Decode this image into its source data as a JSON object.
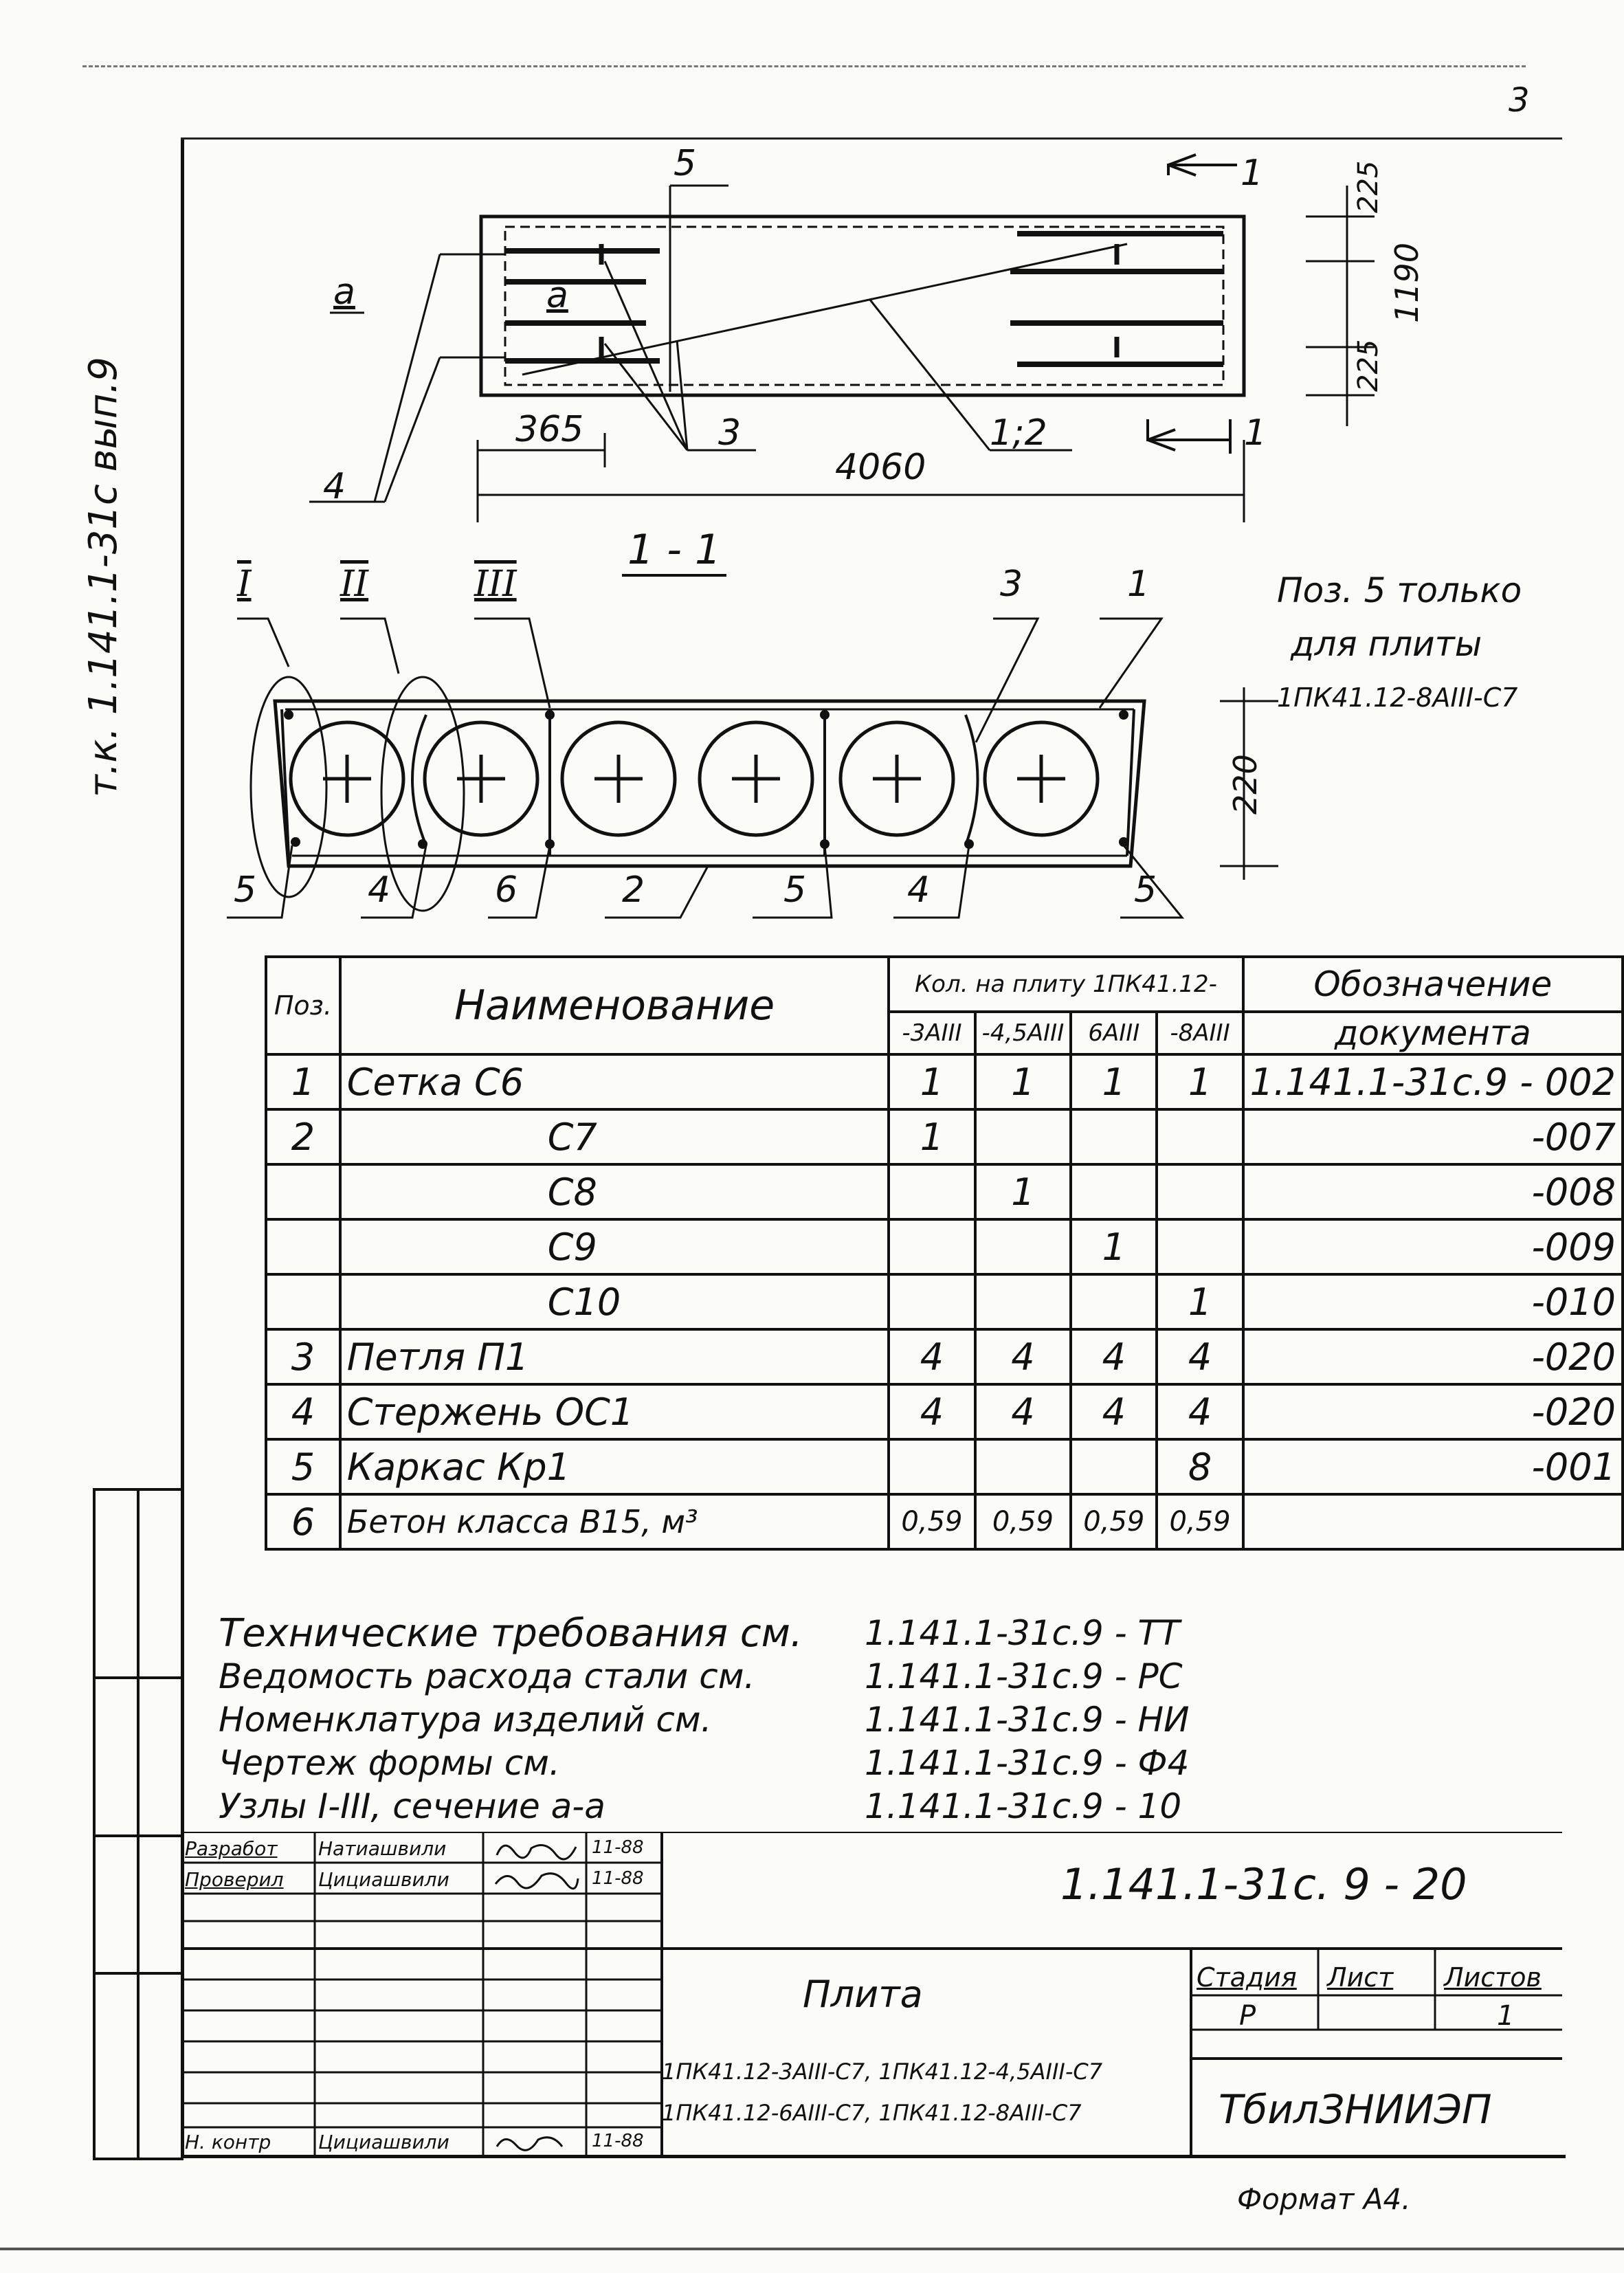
{
  "sheet": {
    "side_code": "т.к. 1.141.1-31с вып.9",
    "corner_mark": "3"
  },
  "plan": {
    "label_a_outer": "а",
    "label_a_inner": "а",
    "label_5_top": "5",
    "label_1_top": "1",
    "label_4": "4",
    "label_3": "3",
    "label_12": "1;2",
    "label_1_bottom": "1",
    "dim_365": "365",
    "dim_4060": "4060",
    "dim_225_top": "225",
    "dim_1190": "1190",
    "dim_225_bottom": "225"
  },
  "section": {
    "title": "1 - 1",
    "node_I": "I",
    "node_II": "II",
    "node_III": "III",
    "label_3": "3",
    "label_1": "1",
    "dim_220": "220",
    "bottom_labels": [
      "5",
      "4",
      "6",
      "2",
      "5",
      "4",
      "5"
    ]
  },
  "note": {
    "line1": "Поз. 5 только",
    "line2": "для плиты",
    "line3": "1ПК41.12-8АIII-С7"
  },
  "spec_table": {
    "head_pos": "Поз.",
    "head_name": "Наименование",
    "head_qty": "Кол. на плиту 1ПК41.12-",
    "head_doc_1": "Обозначение",
    "head_doc_2": "документа",
    "qty_cols": [
      "-3АIII",
      "-4,5АIII",
      "6АIII",
      "-8АIII"
    ],
    "rows": [
      {
        "pos": "1",
        "name": "Сетка С6",
        "q1": "1",
        "q2": "1",
        "q3": "1",
        "q4": "1",
        "doc": "1.141.1-31с.9 - 002"
      },
      {
        "pos": "2",
        "name": "С7",
        "q1": "1",
        "q2": "",
        "q3": "",
        "q4": "",
        "doc": "-007"
      },
      {
        "pos": "",
        "name": "С8",
        "q1": "",
        "q2": "1",
        "q3": "",
        "q4": "",
        "doc": "-008"
      },
      {
        "pos": "",
        "name": "С9",
        "q1": "",
        "q2": "",
        "q3": "1",
        "q4": "",
        "doc": "-009"
      },
      {
        "pos": "",
        "name": "С10",
        "q1": "",
        "q2": "",
        "q3": "",
        "q4": "1",
        "doc": "-010"
      },
      {
        "pos": "3",
        "name": "Петля П1",
        "q1": "4",
        "q2": "4",
        "q3": "4",
        "q4": "4",
        "doc": "-020"
      },
      {
        "pos": "4",
        "name": "Стержень ОС1",
        "q1": "4",
        "q2": "4",
        "q3": "4",
        "q4": "4",
        "doc": "-020"
      },
      {
        "pos": "5",
        "name": "Каркас Кр1",
        "q1": "",
        "q2": "",
        "q3": "",
        "q4": "8",
        "doc": "-001"
      },
      {
        "pos": "6",
        "name": "Бетон класса В15, м³",
        "q1": "0,59",
        "q2": "0,59",
        "q3": "0,59",
        "q4": "0,59",
        "doc": ""
      }
    ]
  },
  "requirements": [
    {
      "text": "Технические требования см.",
      "ref": "1.141.1-31с.9 - ТТ"
    },
    {
      "text": "Ведомость расхода стали см.",
      "ref": "1.141.1-31с.9 - РС"
    },
    {
      "text": "Номенклатура изделий см.",
      "ref": "1.141.1-31с.9 - НИ"
    },
    {
      "text": "Чертеж формы см.",
      "ref": "1.141.1-31с.9 - Ф4"
    },
    {
      "text": "Узлы I-III, сечение а-а",
      "ref": "1.141.1-31с.9 - 10"
    }
  ],
  "stamp": {
    "developed_role": "Разработ",
    "developed_name": "Натиашвили",
    "developed_date": "11-88",
    "checked_role": "Проверил",
    "checked_name": "Цициашвили",
    "checked_date": "11-88",
    "norm_role": "Н. контр",
    "norm_name": "Цициашвили",
    "norm_date": "11-88",
    "doc_code": "1.141.1-31с. 9 - 20",
    "title": "Плита",
    "sub1": "1ПК41.12-3АIII-С7, 1ПК41.12-4,5АIII-С7",
    "sub2": "1ПК41.12-6АIII-С7, 1ПК41.12-8АIII-С7",
    "stage_head": "Стадия",
    "sheet_head": "Лист",
    "sheets_head": "Листов",
    "stage_val": "Р",
    "sheet_val": "",
    "sheets_val": "1",
    "org": "ТбилЗНИИЭП"
  },
  "format_label": "Формат А4."
}
